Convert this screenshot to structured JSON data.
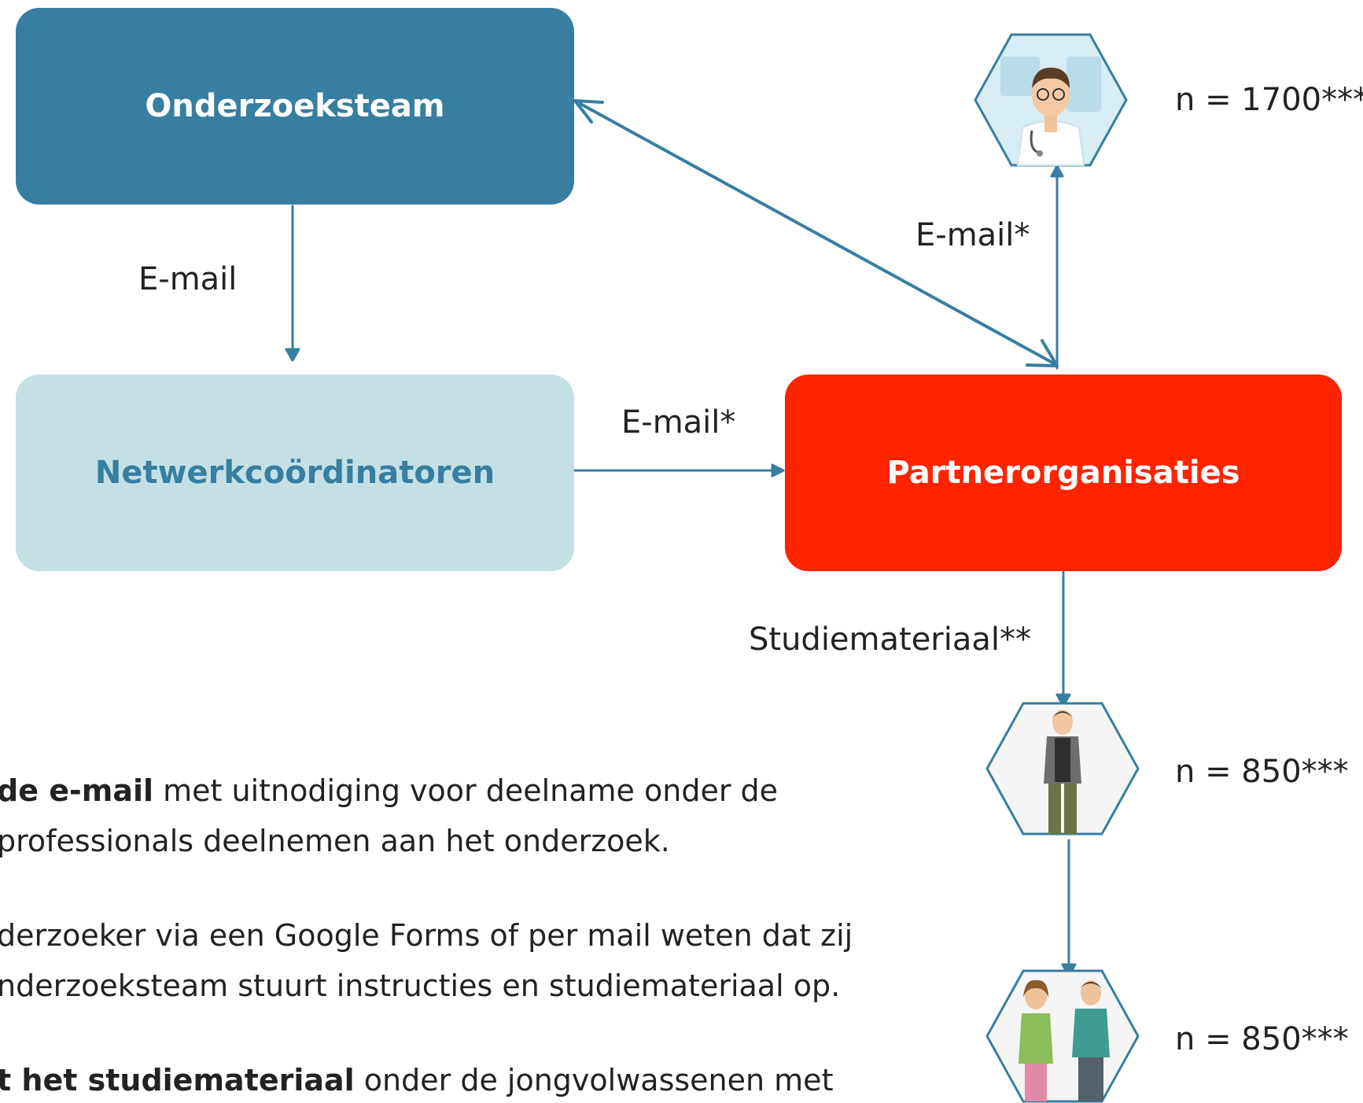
{
  "boxes": {
    "research_team": "Onderzoeksteam",
    "network_coordinators": "Netwerkcoördinatoren",
    "partner_organisations": "Partnerorganisaties"
  },
  "edge_labels": {
    "team_to_coordinators": "E-mail",
    "coordinators_to_partners": "E-mail*",
    "partners_to_professionals": "E-mail*",
    "partners_to_youth": "Studiemateriaal**"
  },
  "counts": {
    "professionals": "n = 1700***",
    "young_adults": "n = 850***",
    "parents": "n = 850***"
  },
  "legend": {
    "line1_bold": "de e-mail",
    "line1_rest": " met uitnodiging voor deelname onder de",
    "line2": "professionals deelnemen aan het onderzoek.",
    "line3": "derzoeker via een Google Forms of per mail weten dat zij",
    "line4": "nderzoeksteam stuurt instructies en studiemateriaal op.",
    "line5_bold": "t het studiemateriaal",
    "line5_rest": " onder de jongvolwassenen met"
  },
  "icons": [
    "doctor-avatar-icon",
    "young-adult-avatar-icon",
    "parents-avatar-icon"
  ],
  "colors": {
    "research_team": "#377ea0",
    "network_coordinators": "#c3e0e5",
    "partner_organisations": "#ff2300",
    "arrows": "#377ea0"
  }
}
